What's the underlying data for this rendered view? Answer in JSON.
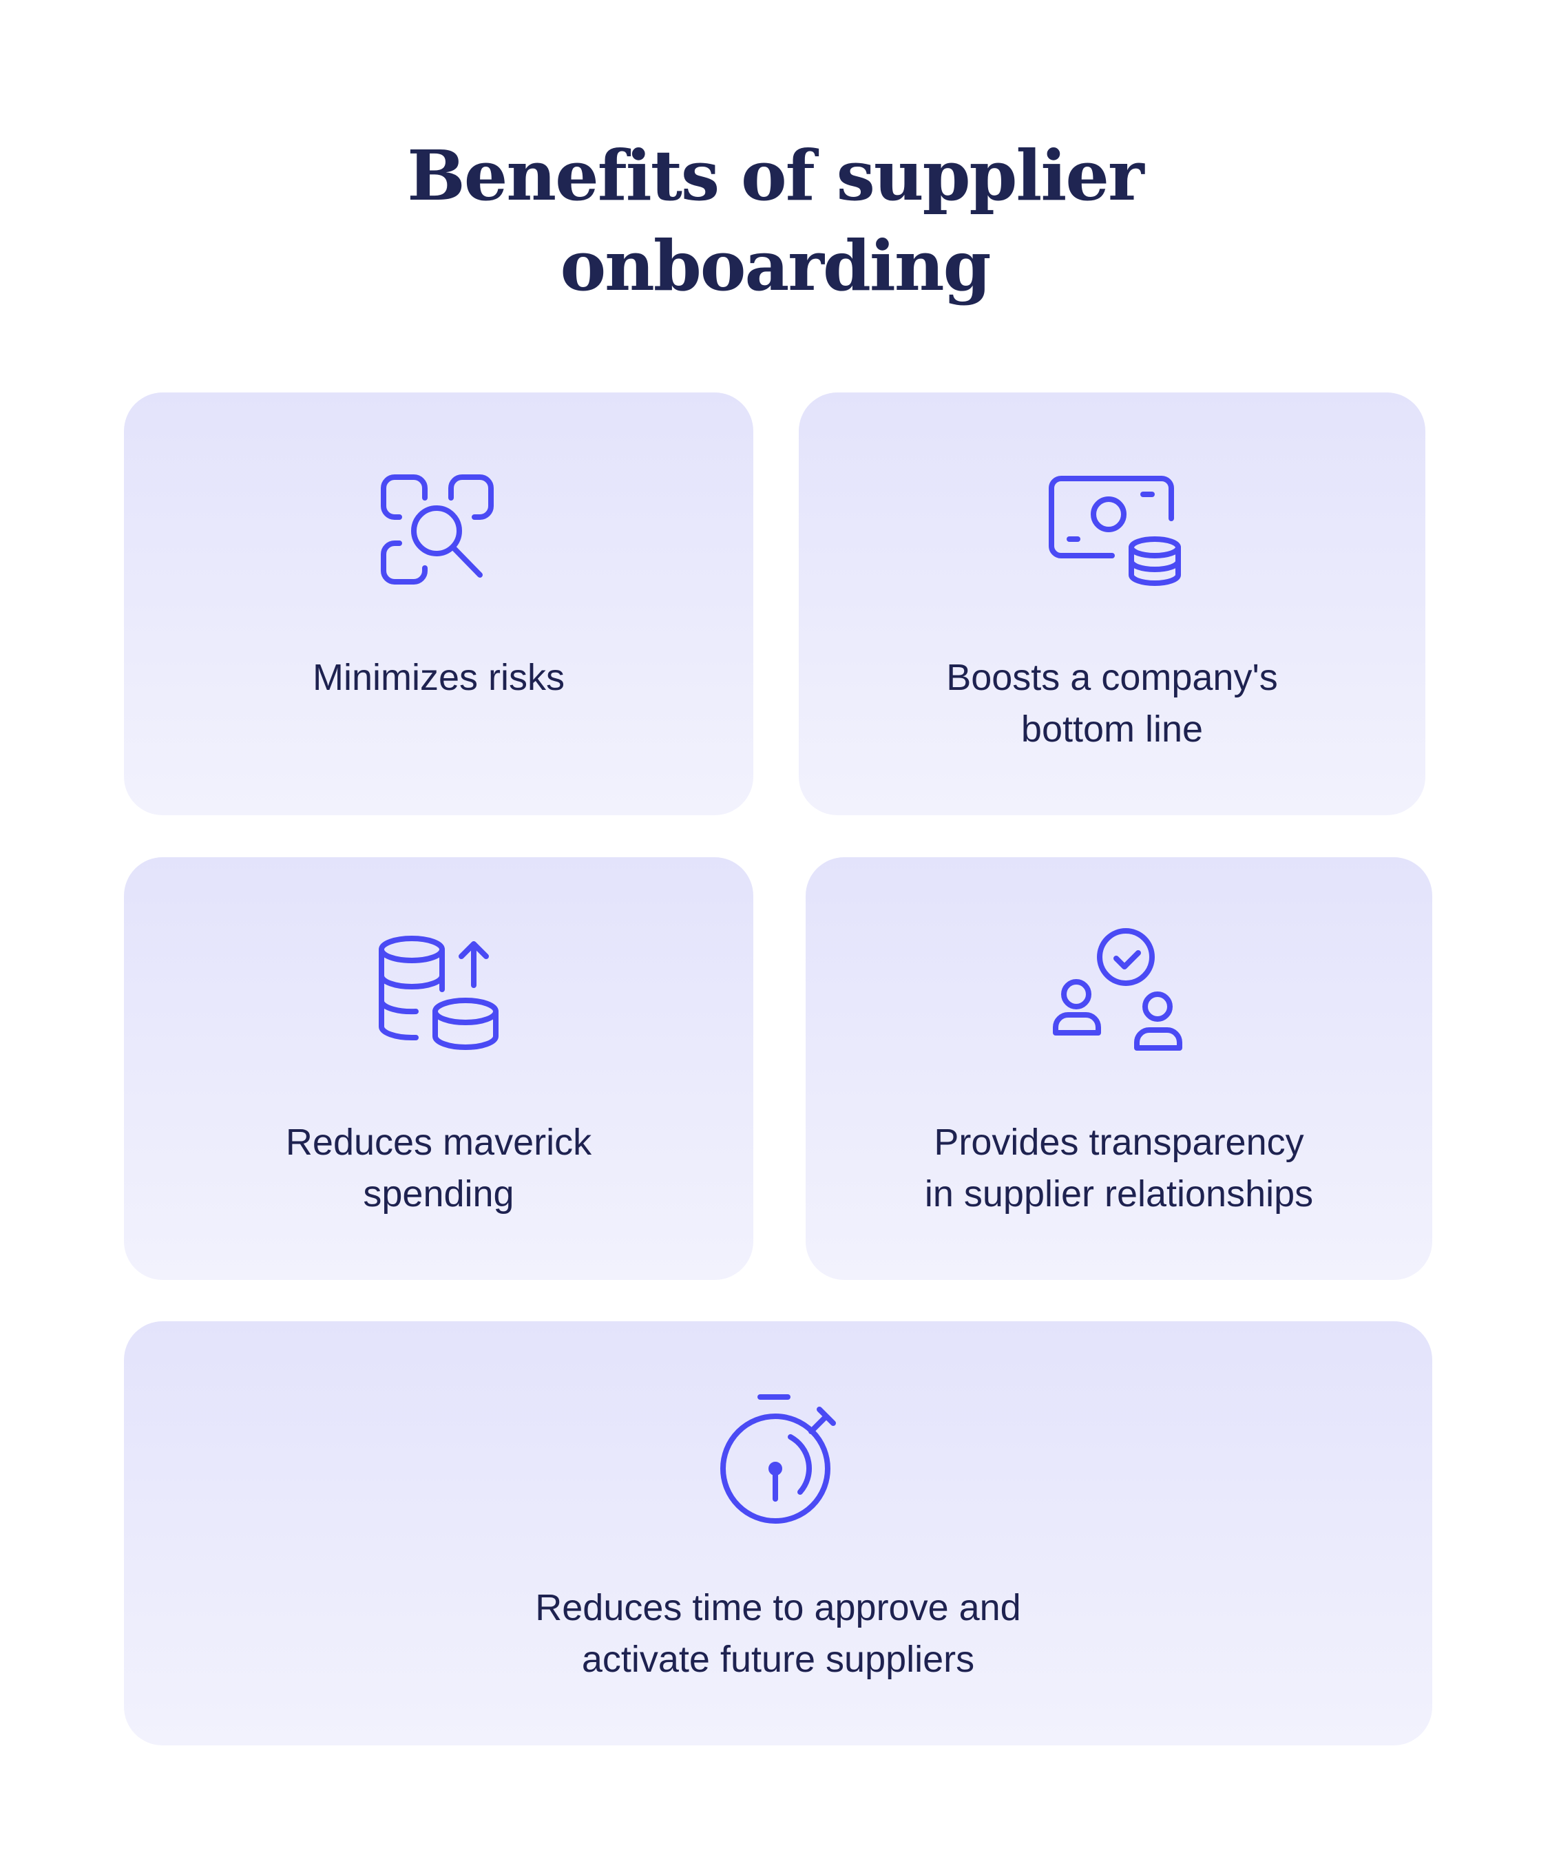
{
  "title": {
    "line1": "Benefits of supplier",
    "line2": "onboarding"
  },
  "colors": {
    "heading": "#1F2552",
    "text": "#1E2250",
    "icon": "#4A4AF4",
    "card_top": "#E3E3FB",
    "card_bottom": "#F2F2FD"
  },
  "cards": [
    {
      "icon": "scan-search-icon",
      "lines": [
        "Minimizes risks"
      ]
    },
    {
      "icon": "money-coins-icon",
      "lines": [
        "Boosts a company's",
        "bottom line"
      ]
    },
    {
      "icon": "coin-stack-up-arrow-icon",
      "lines": [
        "Reduces maverick",
        "spending"
      ]
    },
    {
      "icon": "users-check-icon",
      "lines": [
        "Provides transparency",
        "in supplier relationships"
      ]
    },
    {
      "icon": "stopwatch-icon",
      "lines": [
        "Reduces time to approve and",
        "activate future suppliers"
      ]
    }
  ]
}
